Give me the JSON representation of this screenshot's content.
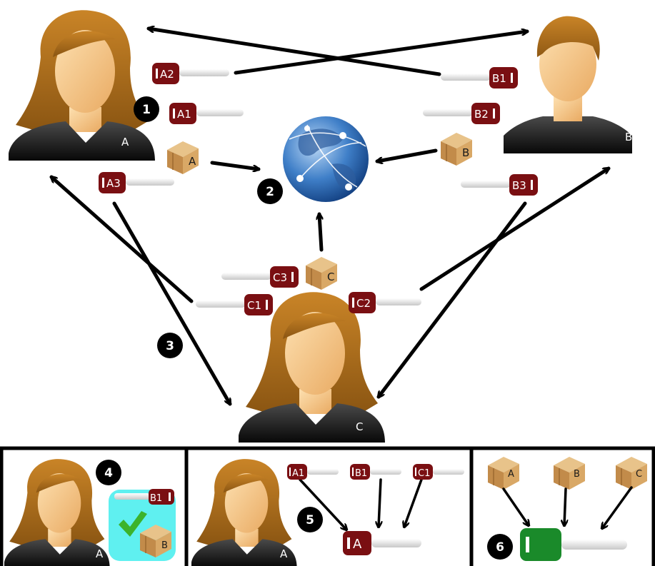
{
  "persons": {
    "a": "A",
    "b": "B",
    "c": "C"
  },
  "packages": {
    "a": "A",
    "b": "B",
    "c": "C"
  },
  "keys": {
    "a1": "A1",
    "a2": "A2",
    "a3": "A3",
    "b1": "B1",
    "b2": "B2",
    "b3": "B3",
    "c1": "C1",
    "c2": "C2",
    "c3": "C3",
    "combined": "A"
  },
  "steps": [
    "1",
    "2",
    "3",
    "4",
    "5",
    "6"
  ],
  "icon_names": [
    "person-icon",
    "key-icon",
    "package-icon",
    "globe-icon",
    "checkmark-icon",
    "green-key-icon"
  ],
  "colors": {
    "key_red": "#7a0f12",
    "key_green": "#1a8a2a",
    "panel_cyan": "#5ff0f0",
    "package": "#c89a5e",
    "hair": "#b8731f",
    "skin": "#f5c88a",
    "globe": "#2f6db5"
  }
}
